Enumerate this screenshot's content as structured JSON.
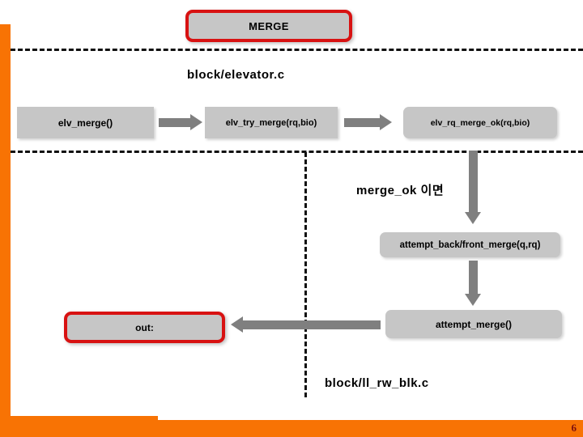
{
  "slide": {
    "page_number": "6",
    "accent_color": "#F87304",
    "box_fill_color": "#C6C6C6",
    "highlight_border_color": "#D81212",
    "arrow_color": "#7F7F7F"
  },
  "title_box": {
    "label": "MERGE"
  },
  "sections": {
    "elevator": "block/elevator.c",
    "ll_rw_blk": "block/ll_rw_blk.c"
  },
  "annotations": {
    "merge_ok_condition": "merge_ok 이면"
  },
  "flow": {
    "elv_merge": "elv_merge()",
    "elv_try_merge": "elv_try_merge(rq,bio)",
    "elv_rq_merge_ok": "elv_rq_merge_ok(rq,bio)",
    "attempt_back_front_merge": "attempt_back/front_merge(q,rq)",
    "attempt_merge": "attempt_merge()",
    "out_label": "out:"
  }
}
